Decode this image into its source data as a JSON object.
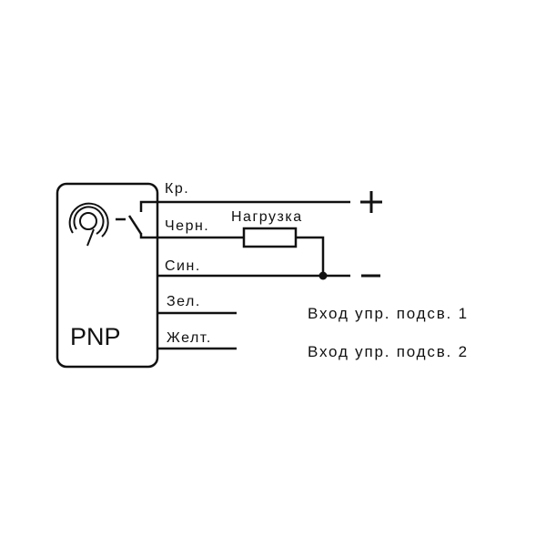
{
  "sensor": {
    "type_label": "PNP"
  },
  "wires": [
    {
      "label": "Кр."
    },
    {
      "label": "Черн."
    },
    {
      "label": "Син."
    },
    {
      "label": "Зел."
    },
    {
      "label": "Желт."
    }
  ],
  "load": {
    "label": "Нагрузка"
  },
  "terminals": {
    "plus": "+",
    "minus": "–"
  },
  "inputs": [
    {
      "label": "Вход упр. подсв. 1"
    },
    {
      "label": "Вход упр. подсв. 2"
    }
  ],
  "colors": {
    "line": "#111111",
    "background": "#ffffff"
  }
}
